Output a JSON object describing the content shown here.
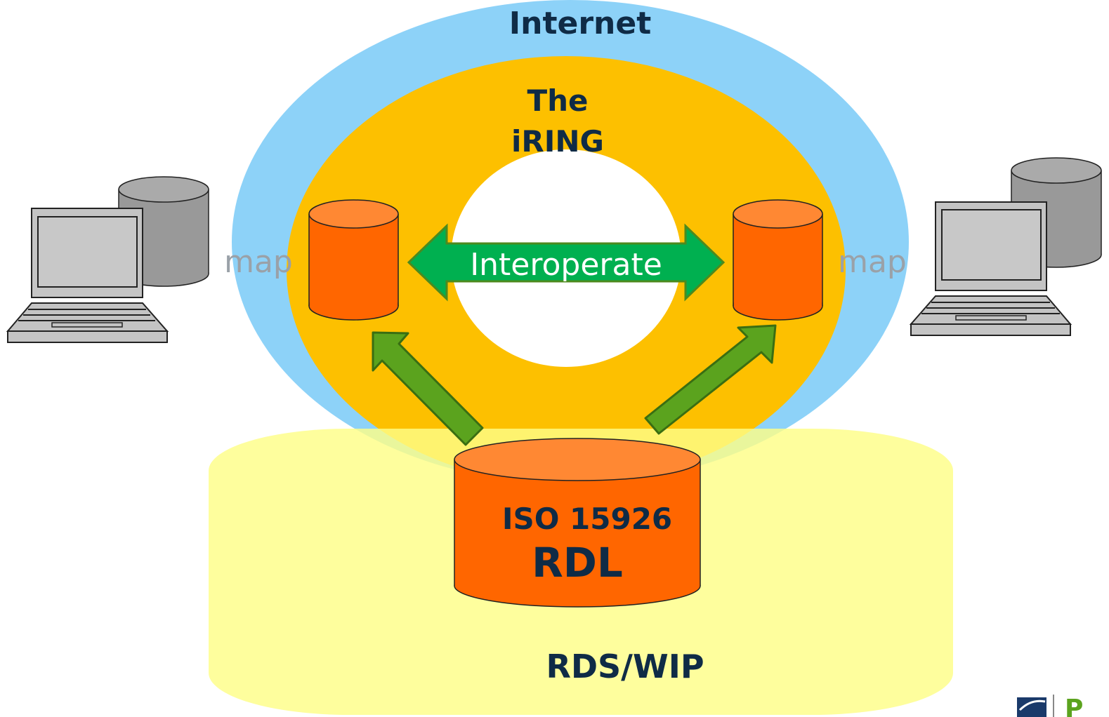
{
  "labels": {
    "internet": "Internet",
    "iring_line1": "The",
    "iring_line2": "iRING",
    "interoperate": "Interoperate",
    "map_left": "map",
    "map_right": "map",
    "rdl_line1": "ISO 15926",
    "rdl_line2": "RDL",
    "rds_wip": "RDS/WIP",
    "logo_letter": "P"
  },
  "colors": {
    "internet_ring": "#8dd2f8",
    "iring_ring": "#fdc000",
    "rds_zone": "#fefe99",
    "cylinder_body": "#ff6600",
    "cylinder_top": "#ff8833",
    "interoperate_arrow": "#00b050",
    "feed_arrow": "#5ba31e",
    "label_text": "#0f2b46",
    "map_text": "#9aa1a8",
    "laptop_gray": "#c0c0c0",
    "server_gray": "#999999"
  },
  "icons": {
    "left_station": "laptop-with-database-icon",
    "right_station": "laptop-with-database-icon",
    "logo": "partial-logo-icon"
  }
}
